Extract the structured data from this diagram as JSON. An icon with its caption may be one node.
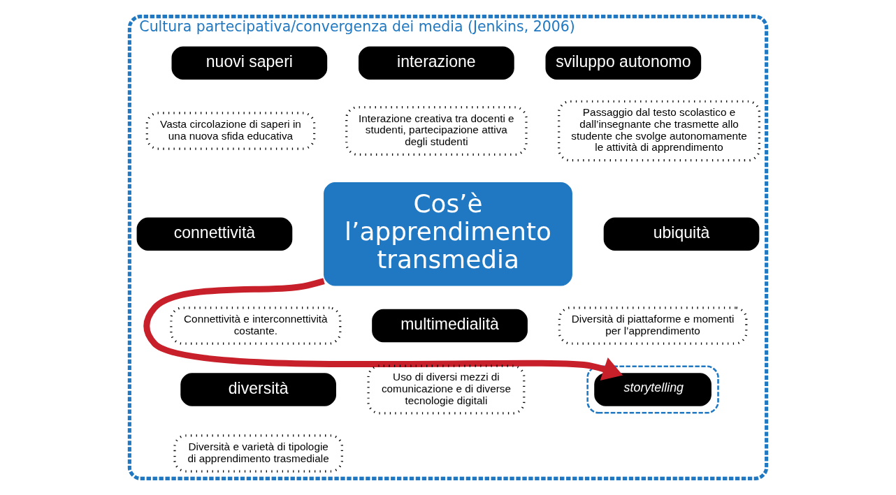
{
  "diagram": {
    "nodes": [
      {
        "text": [
          "Cultura partecipativa/convergenza dei media (Jenkins, 2006)"
        ]
      },
      {
        "text": [
          "nuovi saperi"
        ],
        "in": 0
      },
      {
        "text": [
          "Vasta circolazione di saperi in una nuova sfida educativa"
        ],
        "in": 0
      },
      {
        "text": [
          "interazione"
        ],
        "in": 0
      },
      {
        "text": [
          "Interazione creativa tra docenti e studenti, partecipazione attiva degli studenti"
        ],
        "in": 0
      },
      {
        "text": [
          "sviluppo autonomo"
        ],
        "in": 0
      },
      {
        "text": [
          "Passaggio dal testo scolastico e dall’insegnante che trasmette allo studente che svolge autonomamente le attività di apprendimento"
        ],
        "in": 0
      },
      {
        "text": [
          "Cos’è l’apprendimento transmedia"
        ],
        "in": 0
      },
      {
        "text": [
          "connettività"
        ],
        "in": 0
      },
      {
        "text": [
          "Connettività e interconnettività costante."
        ],
        "in": 0
      },
      {
        "text": [
          "ubiquità"
        ],
        "in": 0
      },
      {
        "text": [
          "Diversità di piattaforme e momenti per l’apprendimento"
        ],
        "in": 0
      },
      {
        "text": [
          "multimedialità"
        ],
        "in": 0
      },
      {
        "text": [
          "Uso di diversi mezzi di comunicazione e di diverse tecnologie digitali"
        ],
        "in": 0
      },
      {
        "text": [
          "diversità"
        ],
        "in": 0
      },
      {
        "text": [
          "Diversità e varietà di tipologie di apprendimento trasmediale"
        ],
        "in": 0
      },
      {
        "text": [],
        "shape": "box",
        "in": 0
      },
      {
        "text": [
          "storytelling"
        ],
        "in": 16
      }
    ],
    "edges": [
      {
        "from": 7,
        "to": 17,
        "arrow": "to",
        "color": "#c8202a"
      }
    ]
  }
}
